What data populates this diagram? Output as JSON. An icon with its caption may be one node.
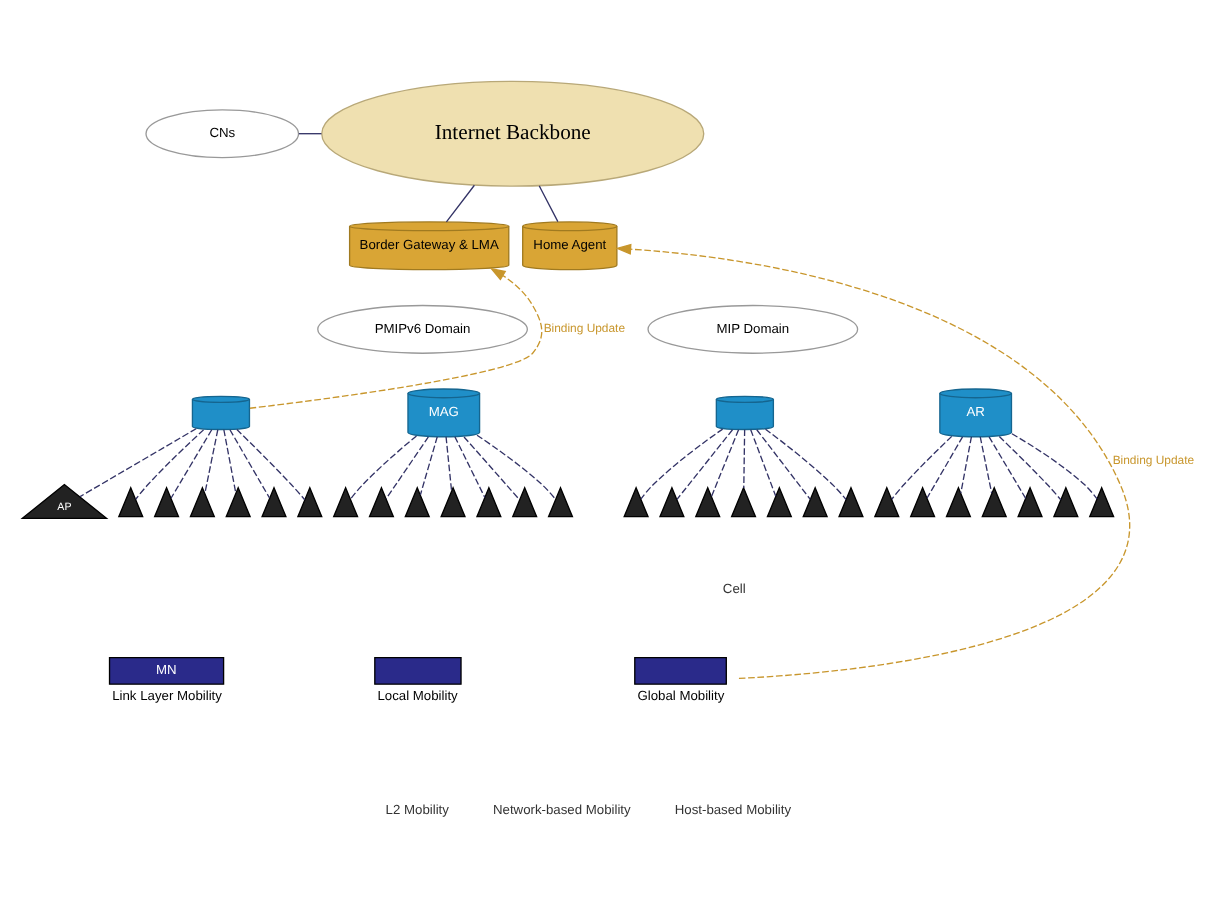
{
  "diagram": {
    "nodes": [
      {
        "text": [
          "Internet Backbone"
        ]
      },
      {
        "text": [
          "CNs"
        ]
      },
      {
        "text": [
          "Border Gateway & LMA"
        ]
      },
      {
        "text": [
          "PMIPv6 Domain"
        ]
      },
      {
        "text": [],
        "shape": "cylinder"
      },
      {
        "text": [
          "MAG"
        ]
      },
      {
        "text": [
          "Home Agent"
        ]
      },
      {
        "text": [
          "MIP Domain"
        ]
      },
      {
        "text": [],
        "shape": "cylinder"
      },
      {
        "text": [
          "AR"
        ]
      },
      {
        "text": [
          "AP"
        ]
      },
      {
        "text": [],
        "shape": "antenna"
      },
      {
        "text": [],
        "shape": "antenna"
      },
      {
        "text": [],
        "shape": "antenna"
      },
      {
        "text": [],
        "shape": "antenna"
      },
      {
        "text": [],
        "shape": "antenna"
      },
      {
        "text": [],
        "shape": "antenna"
      },
      {
        "text": [],
        "shape": "antenna"
      },
      {
        "text": [],
        "shape": "antenna"
      },
      {
        "text": [],
        "shape": "antenna"
      },
      {
        "text": [],
        "shape": "antenna"
      },
      {
        "text": [],
        "shape": "antenna"
      },
      {
        "text": [],
        "shape": "antenna"
      },
      {
        "text": [],
        "shape": "antenna"
      },
      {
        "text": [],
        "shape": "antenna"
      },
      {
        "text": [],
        "shape": "antenna"
      },
      {
        "text": [],
        "shape": "antenna"
      },
      {
        "text": [],
        "shape": "antenna"
      },
      {
        "text": [],
        "shape": "antenna"
      },
      {
        "text": [],
        "shape": "antenna"
      },
      {
        "text": [],
        "shape": "antenna"
      },
      {
        "text": [],
        "shape": "antenna"
      },
      {
        "text": [],
        "shape": "antenna"
      },
      {
        "text": [],
        "shape": "antenna"
      },
      {
        "text": [],
        "shape": "antenna"
      },
      {
        "text": [],
        "shape": "antenna"
      },
      {
        "text": [],
        "shape": "antenna"
      },
      {
        "text": [],
        "shape": "antenna"
      },
      {
        "text": [
          "MN"
        ],
        "beside": [
          "Link Layer Mobility"
        ]
      },
      {
        "text": [],
        "shape": "laptop",
        "beside": [
          "Local Mobility"
        ]
      },
      {
        "text": [],
        "shape": "laptop",
        "beside": [
          "Global Mobility"
        ]
      }
    ],
    "edges": [
      {
        "from": 1,
        "to": 0,
        "arrow": "none"
      },
      {
        "from": 0,
        "to": 2,
        "arrow": "none"
      },
      {
        "from": 0,
        "to": 6,
        "arrow": "none"
      },
      {
        "from": 4,
        "to": 2,
        "arrow": "to",
        "label": "Binding Update",
        "style": "dashed",
        "color": "#c8962c"
      },
      {
        "from": 40,
        "to": 6,
        "arrow": "to",
        "label": "Binding Update",
        "style": "dashed",
        "color": "#c8962c"
      },
      {
        "from": 4,
        "to": 10,
        "arrow": "none",
        "style": "dashed"
      },
      {
        "from": 4,
        "to": 11,
        "arrow": "none",
        "style": "dashed"
      },
      {
        "from": 4,
        "to": 12,
        "arrow": "none",
        "style": "dashed"
      },
      {
        "from": 4,
        "to": 13,
        "arrow": "none",
        "style": "dashed"
      },
      {
        "from": 4,
        "to": 14,
        "arrow": "none",
        "style": "dashed"
      },
      {
        "from": 4,
        "to": 15,
        "arrow": "none",
        "style": "dashed"
      },
      {
        "from": 4,
        "to": 16,
        "arrow": "none",
        "style": "dashed"
      },
      {
        "from": 5,
        "to": 17,
        "arrow": "none",
        "style": "dashed"
      },
      {
        "from": 5,
        "to": 18,
        "arrow": "none",
        "style": "dashed"
      },
      {
        "from": 5,
        "to": 19,
        "arrow": "none",
        "style": "dashed"
      },
      {
        "from": 5,
        "to": 20,
        "arrow": "none",
        "style": "dashed"
      },
      {
        "from": 5,
        "to": 21,
        "arrow": "none",
        "style": "dashed"
      },
      {
        "from": 5,
        "to": 22,
        "arrow": "none",
        "style": "dashed"
      },
      {
        "from": 5,
        "to": 23,
        "arrow": "none",
        "style": "dashed"
      },
      {
        "from": 8,
        "to": 24,
        "arrow": "none",
        "style": "dashed"
      },
      {
        "from": 8,
        "to": 25,
        "arrow": "none",
        "style": "dashed"
      },
      {
        "from": 8,
        "to": 26,
        "arrow": "none",
        "style": "dashed"
      },
      {
        "from": 8,
        "to": 27,
        "arrow": "none",
        "style": "dashed"
      },
      {
        "from": 8,
        "to": 28,
        "arrow": "none",
        "style": "dashed"
      },
      {
        "from": 8,
        "to": 29,
        "arrow": "none",
        "style": "dashed"
      },
      {
        "from": 8,
        "to": 30,
        "arrow": "none",
        "style": "dashed"
      },
      {
        "from": 9,
        "to": 31,
        "arrow": "none",
        "style": "dashed"
      },
      {
        "from": 9,
        "to": 32,
        "arrow": "none",
        "style": "dashed"
      },
      {
        "from": 9,
        "to": 33,
        "arrow": "none",
        "style": "dashed"
      },
      {
        "from": 9,
        "to": 34,
        "arrow": "none",
        "style": "dashed"
      },
      {
        "from": 9,
        "to": 35,
        "arrow": "none",
        "style": "dashed"
      },
      {
        "from": 9,
        "to": 36,
        "arrow": "none",
        "style": "dashed"
      },
      {
        "from": 9,
        "to": 37,
        "arrow": "none",
        "style": "dashed"
      }
    ],
    "labels": [
      "Cell",
      "L2 Mobility",
      "Network-based Mobility",
      "Host-based Mobility"
    ]
  }
}
